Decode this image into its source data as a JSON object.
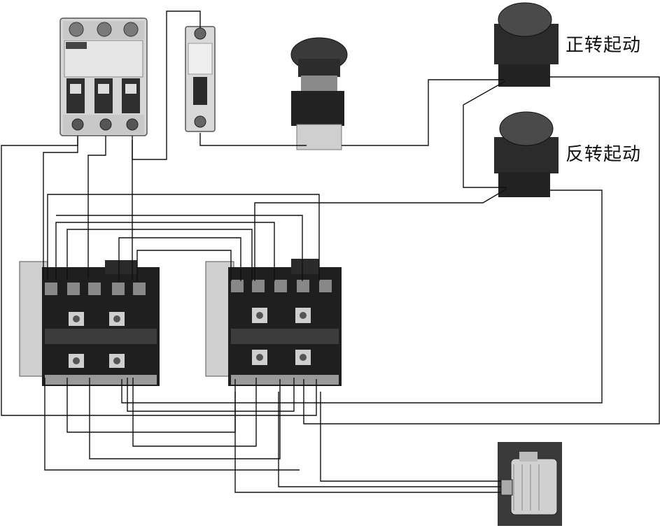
{
  "labels": {
    "forward_start": "正转起动",
    "reverse_start": "反转起动"
  },
  "components": [
    {
      "name": "three-pole-circuit-breaker",
      "icon": "breaker-icon"
    },
    {
      "name": "single-pole-breaker",
      "icon": "fuse-breaker-icon"
    },
    {
      "name": "stop-mushroom-button",
      "icon": "emergency-stop-icon"
    },
    {
      "name": "forward-start-button",
      "icon": "push-button-icon"
    },
    {
      "name": "reverse-start-button",
      "icon": "push-button-icon"
    },
    {
      "name": "contactor-km1",
      "icon": "contactor-icon"
    },
    {
      "name": "contactor-km2",
      "icon": "contactor-icon"
    },
    {
      "name": "three-phase-motor",
      "icon": "motor-icon"
    }
  ],
  "colors": {
    "wire": "#111111",
    "device_body": "#d8d8d8",
    "device_dark": "#2a2a2a",
    "motor_bg": "#3a3a3a"
  }
}
